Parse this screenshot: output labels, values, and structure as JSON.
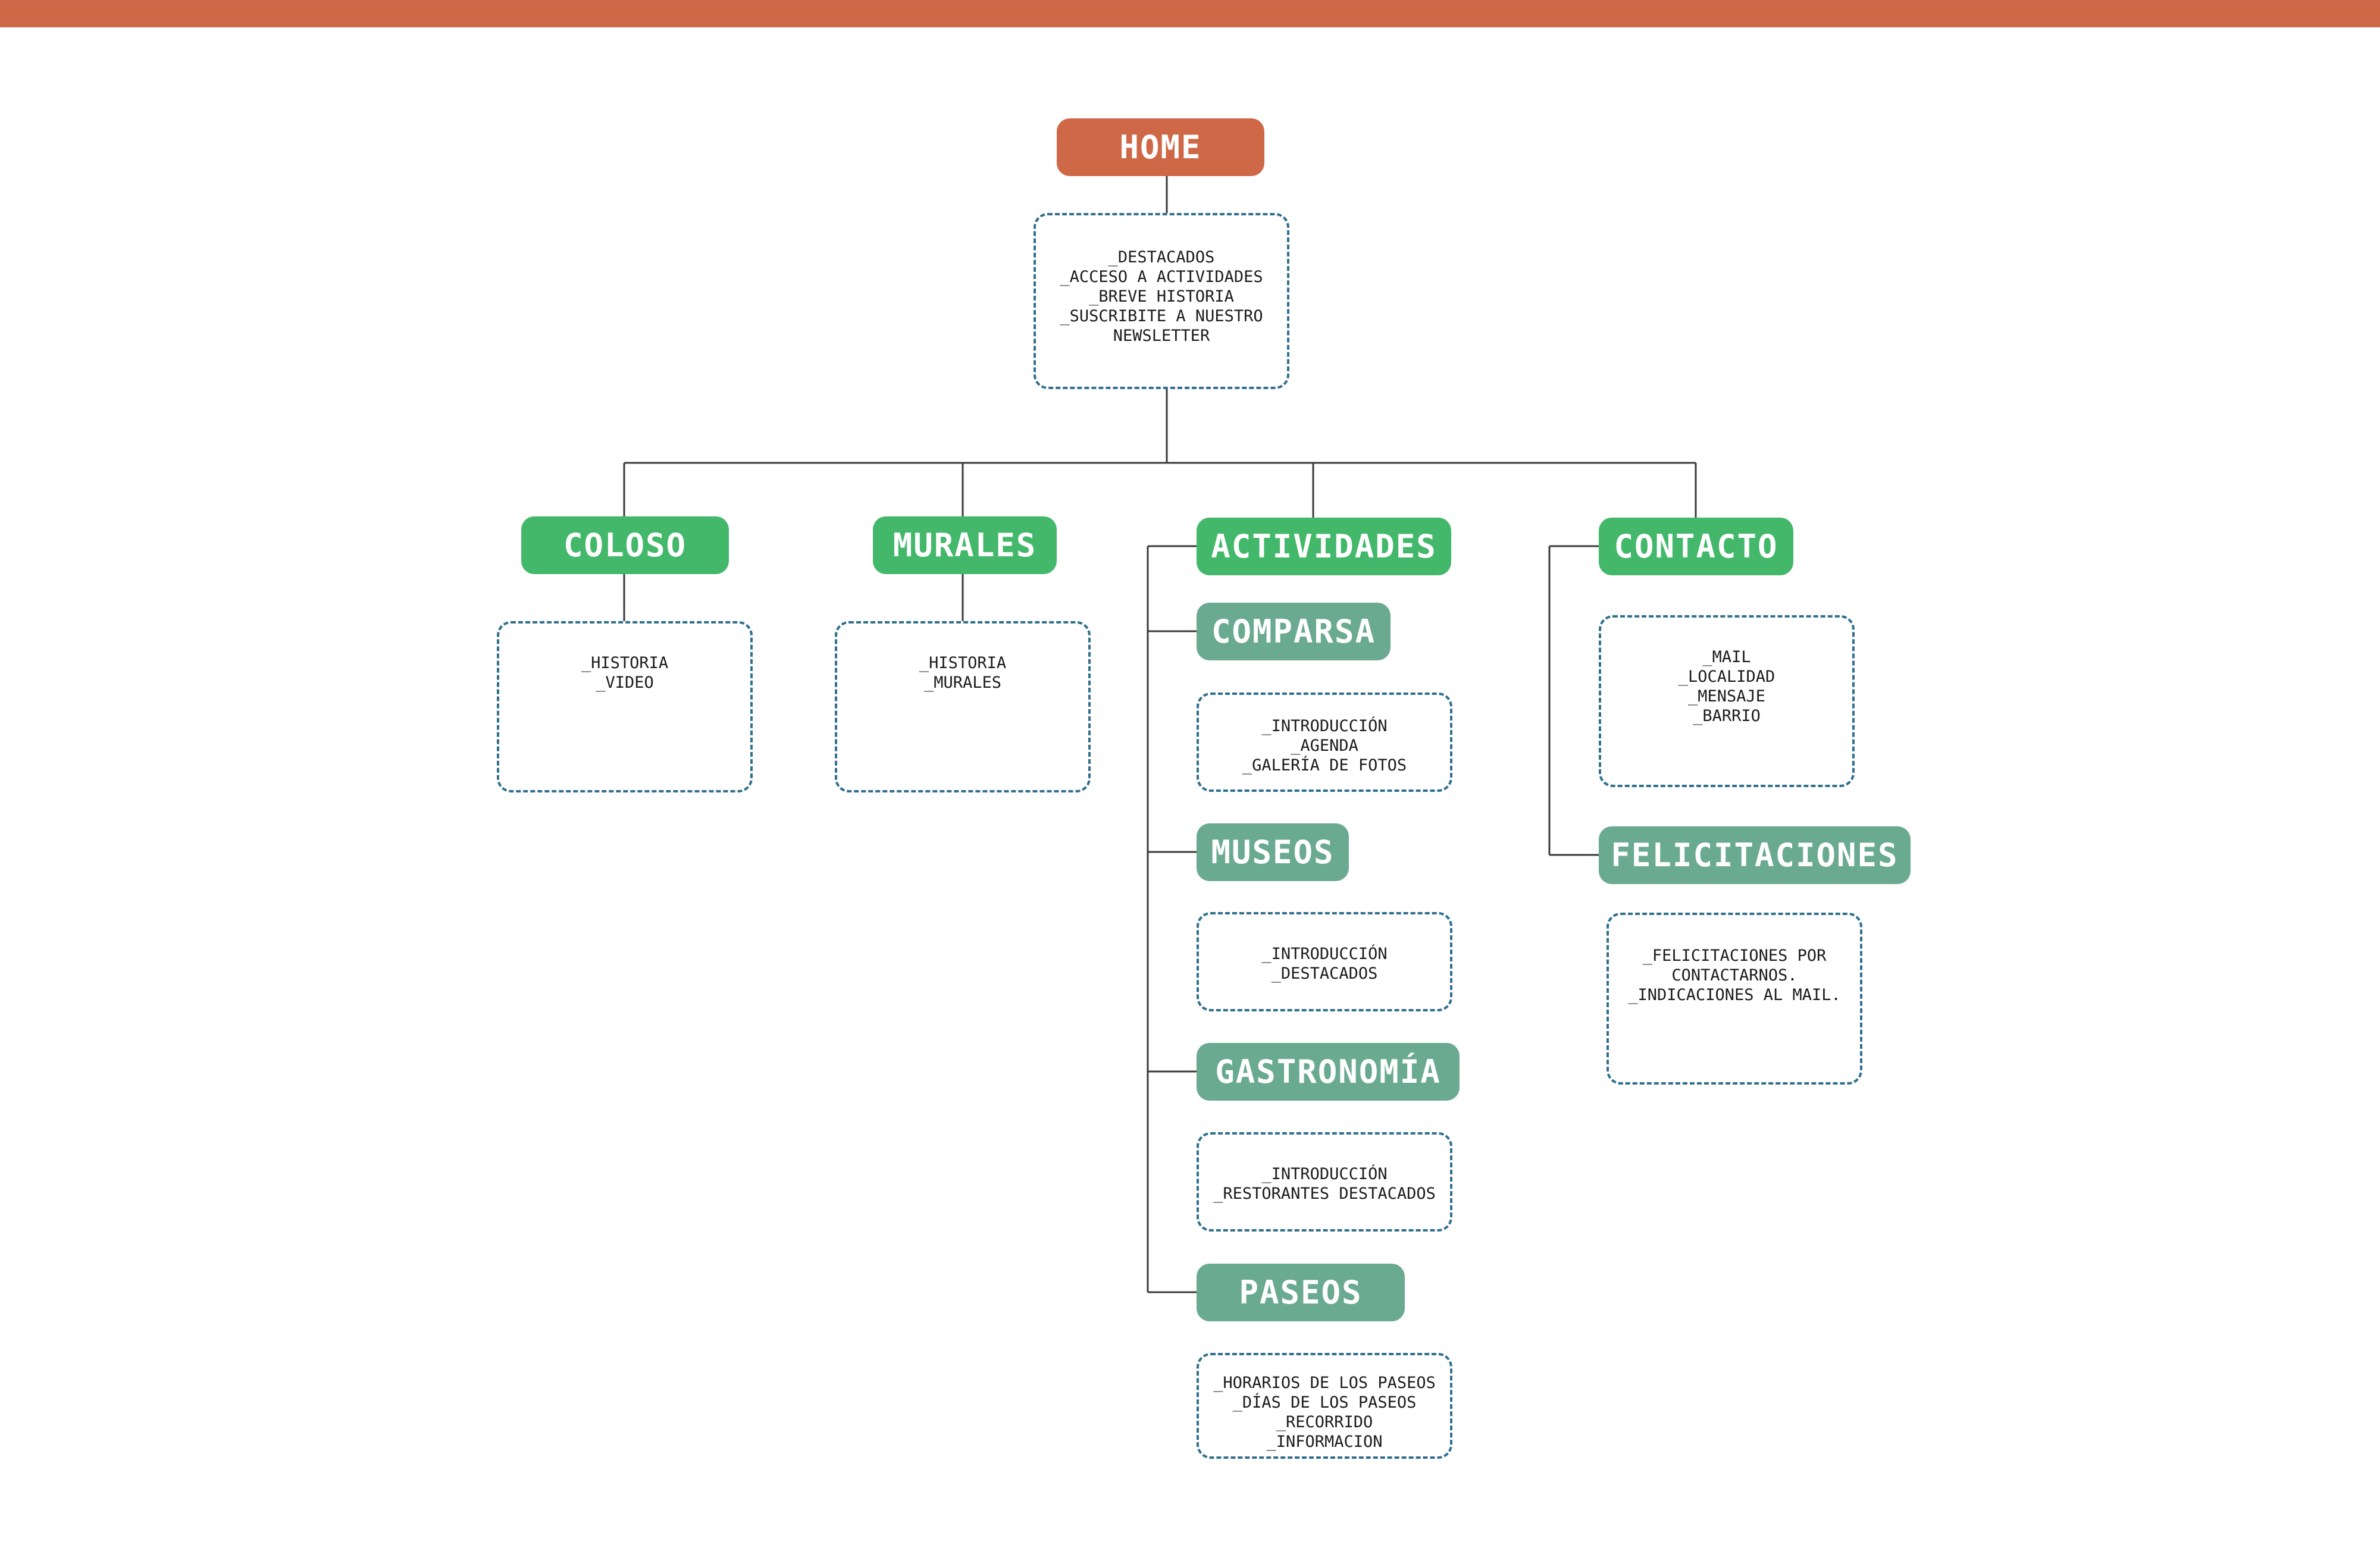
{
  "colors": {
    "top_bar": "#cf6847",
    "home": "#cf6847",
    "section": "#43b86b",
    "subsection": "#6aaa90",
    "box_border": "#2f6f8f",
    "connector": "#3a3a3a"
  },
  "home": {
    "label": "HOME",
    "items": [
      "_DESTACADOS",
      "_ACCESO A ACTIVIDADES",
      "_BREVE HISTORIA",
      "_SUSCRIBITE A NUESTRO",
      "NEWSLETTER"
    ]
  },
  "coloso": {
    "label": "COLOSO",
    "items": [
      "_HISTORIA",
      "_VIDEO"
    ]
  },
  "murales": {
    "label": "MURALES",
    "items": [
      "_HISTORIA",
      "_MURALES"
    ]
  },
  "actividades": {
    "label": "ACTIVIDADES",
    "children": [
      {
        "label": "COMPARSA",
        "items": [
          "_INTRODUCCIÓN",
          "_AGENDA",
          "_GALERÍA DE FOTOS"
        ]
      },
      {
        "label": "MUSEOS",
        "items": [
          "_INTRODUCCIÓN",
          "_DESTACADOS"
        ]
      },
      {
        "label": "GASTRONOMÍA",
        "items": [
          "_INTRODUCCIÓN",
          "_RESTORANTES DESTACADOS"
        ]
      },
      {
        "label": "PASEOS",
        "items": [
          "_HORARIOS DE LOS PASEOS",
          "_DÍAS DE LOS PASEOS",
          "_RECORRIDO",
          "_INFORMACION"
        ]
      }
    ]
  },
  "contacto": {
    "label": "CONTACTO",
    "items": [
      "_MAIL",
      "_LOCALIDAD",
      "_MENSAJE",
      "_BARRIO"
    ]
  },
  "felicitaciones": {
    "label": "FELICITACIONES",
    "items": [
      "_FELICITACIONES POR",
      "CONTACTARNOS.",
      "_INDICACIONES AL MAIL."
    ]
  }
}
